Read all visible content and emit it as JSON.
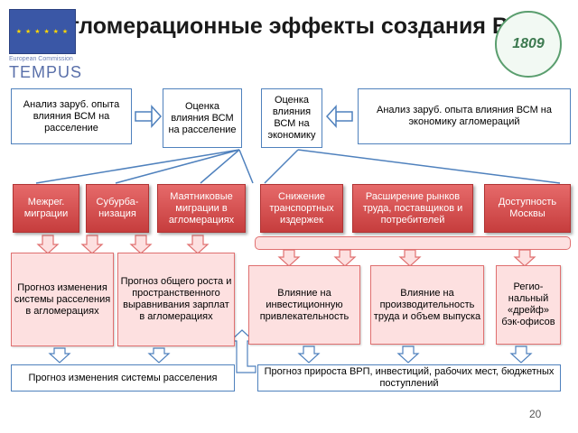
{
  "title": "Агломерационные эффекты создания ВСМ",
  "logo": {
    "eu_text": "European Commission",
    "tempus": "TEMPUS"
  },
  "row1": [
    "Анализ заруб. опыта влияния ВСМ на расселение",
    "Оценка влияния ВСМ на расселение",
    "Оценка влияния ВСМ на экономику",
    "Анализ заруб. опыта влияния ВСМ на экономику агломераций"
  ],
  "row2": [
    "Межрег. миграции",
    "Субурба-низация",
    "Маятниковые миграции в агломерациях",
    "Снижение транспортных издержек",
    "Расширение рынков труда, поставщиков и потребителей",
    "Доступность Москвы"
  ],
  "row3": [
    "Прогноз изменения системы расселения в агломерациях",
    "Прогноз общего роста и пространственного выравнивания зарплат в агломерациях",
    "Влияние на инвестиционную привлекательность",
    "Влияние на производительность труда и объем выпуска",
    "Регио-нальный «дрейф» бэк-офисов"
  ],
  "bottom": [
    "Прогноз изменения системы расселения",
    "Прогноз прироста ВРП, инвестиций, рабочих мест, бюджетных поступлений"
  ],
  "page_number": "20"
}
